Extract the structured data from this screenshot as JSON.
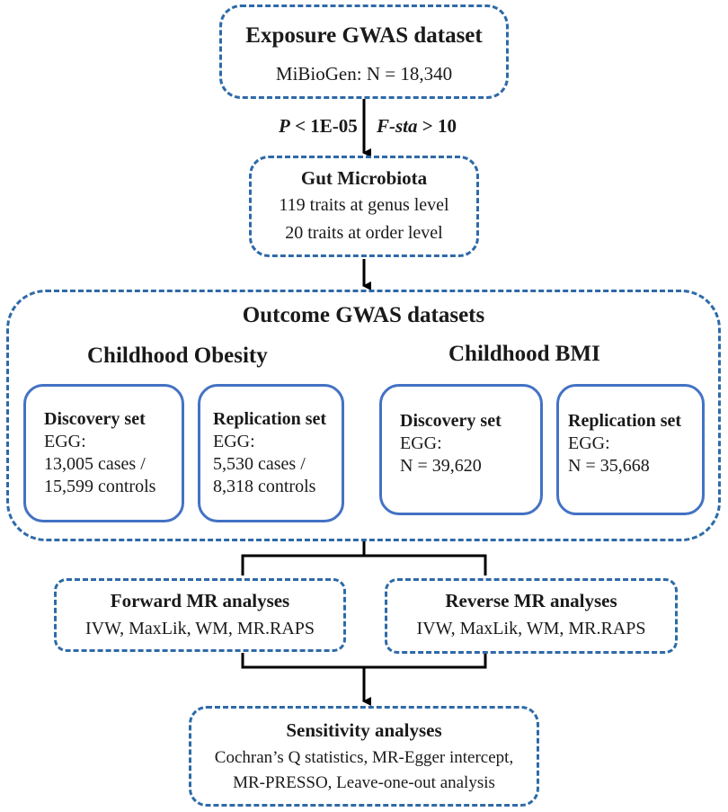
{
  "exposure": {
    "title": "Exposure GWAS dataset",
    "subtitle": "MiBioGen: N = 18,340"
  },
  "filter": {
    "p_label": "P",
    "p_value": " < 1E-05",
    "f_label": "F-sta",
    "f_value": " > 10"
  },
  "gut": {
    "title": "Gut Microbiota",
    "line1": "119 traits at genus level",
    "line2": "20 traits at order level"
  },
  "outcome": {
    "title": "Outcome GWAS datasets",
    "obesity": {
      "heading": "Childhood Obesity",
      "discovery": {
        "title": "Discovery set",
        "line1": "EGG:",
        "line2": "13,005 cases /",
        "line3": "15,599 controls"
      },
      "replication": {
        "title": "Replication set",
        "line1": "EGG:",
        "line2": "5,530 cases /",
        "line3": "8,318 controls"
      }
    },
    "bmi": {
      "heading": "Childhood BMI",
      "discovery": {
        "title": "Discovery set",
        "line1": "EGG:",
        "line2": "N = 39,620"
      },
      "replication": {
        "title": "Replication set",
        "line1": "EGG:",
        "line2": "N = 35,668"
      }
    }
  },
  "forward": {
    "title": "Forward MR analyses",
    "methods": "IVW, MaxLik, WM, MR.RAPS"
  },
  "reverse": {
    "title": "Reverse MR analyses",
    "methods": "IVW, MaxLik, WM, MR.RAPS"
  },
  "sensitivity": {
    "title": "Sensitivity analyses",
    "line1": "Cochran’s Q statistics, MR-Egger intercept,",
    "line2": "MR-PRESSO, Leave-one-out analysis"
  }
}
